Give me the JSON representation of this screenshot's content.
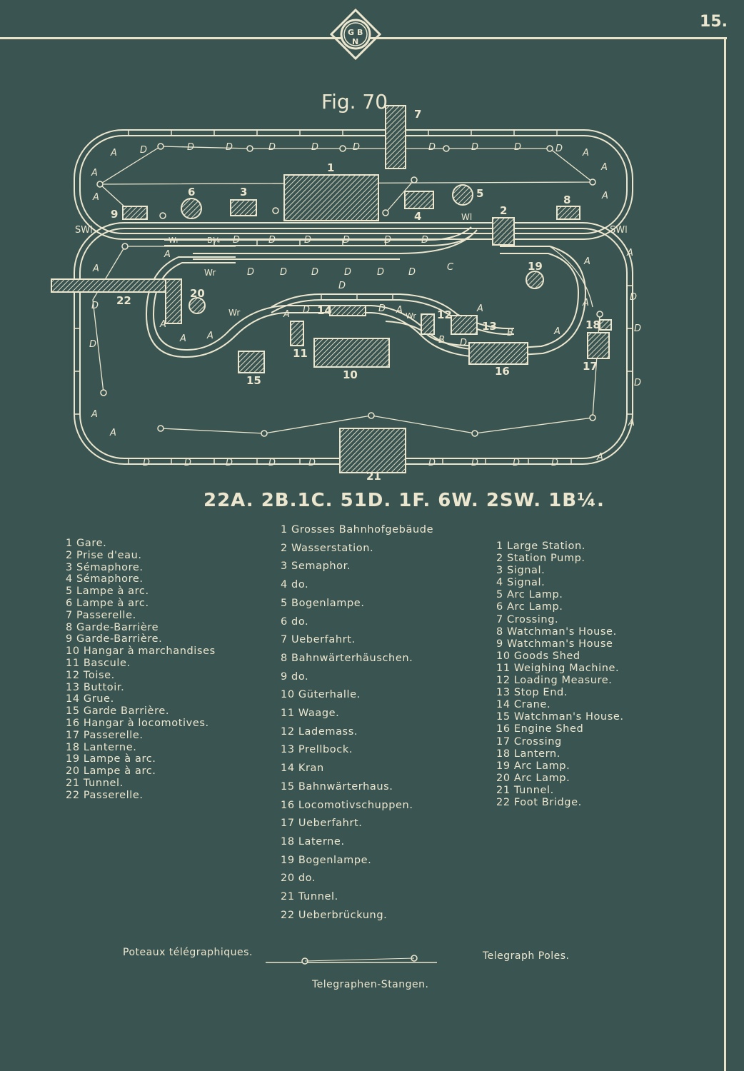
{
  "page_number": "15.",
  "logo_text": "GBN",
  "figure_title": "Fig. 70",
  "summary": "22A. 2B.1C. 51D. 1F. 6W. 2SW. 1B¼.",
  "legend_fr": [
    "1 Gare.",
    "2 Prise d'eau.",
    "3 Sémaphore.",
    "4 Sémaphore.",
    "5 Lampe à arc.",
    "6 Lampe à arc.",
    "7 Passerelle.",
    "8 Garde-Barrière",
    "9 Garde-Barrière.",
    "10 Hangar à marchandises",
    "11 Bascule.",
    "12 Toise.",
    "13 Buttoir.",
    "14 Grue.",
    "15 Garde Barrière.",
    "16 Hangar à locomotives.",
    "17 Passerelle.",
    "18 Lanterne.",
    "19 Lampe à arc.",
    "20 Lampe à arc.",
    "21 Tunnel.",
    "22 Passerelle."
  ],
  "legend_de": [
    "1 Grosses Bahnhofgebäude",
    "2 Wasserstation.",
    "3 Semaphor.",
    "4 do.",
    "5 Bogenlampe.",
    "6 do.",
    "7 Ueberfahrt.",
    "8 Bahnwärterhäuschen.",
    "9 do.",
    "10 Güterhalle.",
    "11 Waage.",
    "12 Lademass.",
    "13 Prellbock.",
    "14 Kran",
    "15 Bahnwärterhaus.",
    "16 Locomotivschuppen.",
    "17 Ueberfahrt.",
    "18 Laterne.",
    "19 Bogenlampe.",
    "20 do.",
    "21 Tunnel.",
    "22 Ueberbrückung."
  ],
  "legend_en": [
    "1 Large Station.",
    "2 Station Pump.",
    "3 Signal.",
    "4 Signal.",
    "5 Arc Lamp.",
    "6 Arc Lamp.",
    "7 Crossing.",
    "8 Watchman's House.",
    "9 Watchman's House",
    "10 Goods Shed",
    "11 Weighing Machine.",
    "12 Loading Measure.",
    "13 Stop End.",
    "14 Crane.",
    "15 Watchman's House.",
    "16 Engine Shed",
    "17 Crossing",
    "18 Lantern.",
    "19 Arc Lamp.",
    "20 Arc Lamp.",
    "21 Tunnel.",
    "22 Foot Bridge."
  ],
  "telegraph": {
    "fr": "Poteaux télégraphiques.",
    "en": "Telegraph Poles.",
    "de": "Telegraphen-Stangen."
  },
  "diagram_labels": {
    "switch_left": "SWl",
    "switch_right": "SWl",
    "wr": "Wr",
    "wl": "Wl",
    "quarter": "B¼",
    "building_numbers": [
      "1",
      "2",
      "3",
      "4",
      "5",
      "6",
      "7",
      "8",
      "9",
      "10",
      "11",
      "12",
      "13",
      "14",
      "15",
      "16",
      "17",
      "18",
      "19",
      "20",
      "21",
      "22"
    ]
  }
}
